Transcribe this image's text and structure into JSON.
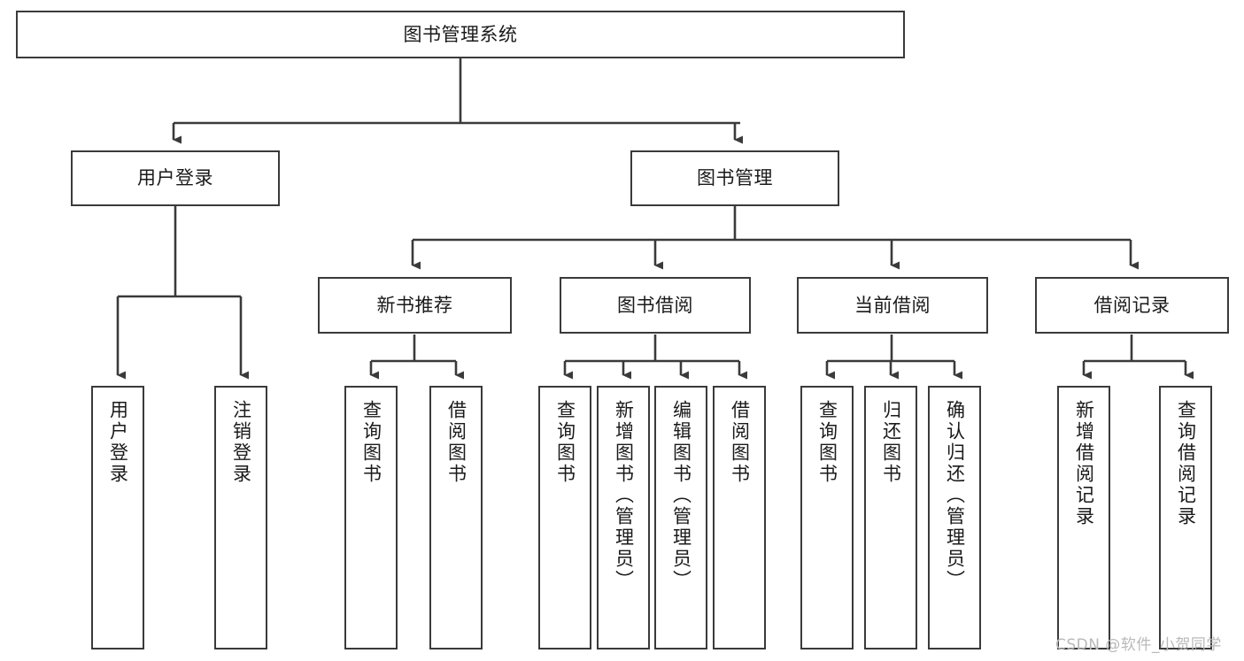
{
  "diagram": {
    "type": "tree",
    "title": "图书管理系统",
    "watermark": "CSDN @软件_小贺同学",
    "colors": {
      "stroke": "#3a3a3a",
      "box_fill": "#ffffff",
      "text": "#1a1a1a",
      "watermark": "#b9b9b9",
      "background": "#ffffff"
    },
    "nodes": {
      "root": {
        "label": "图书管理系统"
      },
      "level2": [
        {
          "id": "user-login",
          "label": "用户登录"
        },
        {
          "id": "book-manage",
          "label": "图书管理"
        }
      ],
      "level3": [
        {
          "id": "new-book-recommend",
          "label": "新书推荐"
        },
        {
          "id": "book-borrow",
          "label": "图书借阅"
        },
        {
          "id": "current-borrow",
          "label": "当前借阅"
        },
        {
          "id": "borrow-record",
          "label": "借阅记录"
        }
      ],
      "leaves": [
        {
          "id": "leaf-user-login",
          "label": "用户登录",
          "parent": "user-login"
        },
        {
          "id": "leaf-user-logout",
          "label": "注销登录",
          "parent": "user-login"
        },
        {
          "id": "leaf-query-book-1",
          "label": "查询图书",
          "parent": "new-book-recommend"
        },
        {
          "id": "leaf-borrow-book-1",
          "label": "借阅图书",
          "parent": "new-book-recommend"
        },
        {
          "id": "leaf-query-book-2",
          "label": "查询图书",
          "parent": "book-borrow"
        },
        {
          "id": "leaf-add-book",
          "label": "新增图书（管理员）",
          "parent": "book-borrow"
        },
        {
          "id": "leaf-edit-book",
          "label": "编辑图书（管理员）",
          "parent": "book-borrow"
        },
        {
          "id": "leaf-borrow-book-2",
          "label": "借阅图书",
          "parent": "book-borrow"
        },
        {
          "id": "leaf-query-book-3",
          "label": "查询图书",
          "parent": "current-borrow"
        },
        {
          "id": "leaf-return-book",
          "label": "归还图书",
          "parent": "current-borrow"
        },
        {
          "id": "leaf-confirm-return",
          "label": "确认归还（管理员）",
          "parent": "current-borrow"
        },
        {
          "id": "leaf-add-record",
          "label": "新增借阅记录",
          "parent": "borrow-record"
        },
        {
          "id": "leaf-query-record",
          "label": "查询借阅记录",
          "parent": "borrow-record"
        }
      ]
    }
  }
}
